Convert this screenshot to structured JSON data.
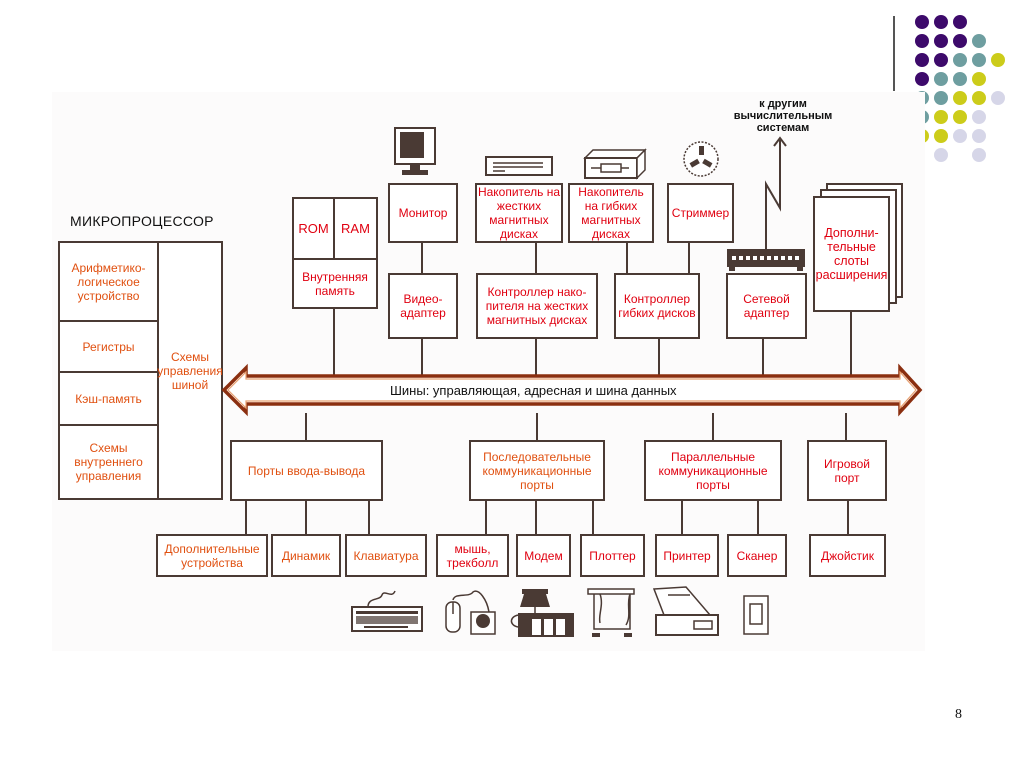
{
  "slide": {
    "page_number": "8",
    "decor_dots": [
      [
        "#3d0a6b",
        "#3d0a6b",
        "#3d0a6b",
        "",
        "",
        ""
      ],
      [
        "#3d0a6b",
        "#3d0a6b",
        "#3d0a6b",
        "#6e9ea0",
        "",
        ""
      ],
      [
        "#3d0a6b",
        "#3d0a6b",
        "#6e9ea0",
        "#6e9ea0",
        "#cccc1a",
        ""
      ],
      [
        "#3d0a6b",
        "#6e9ea0",
        "#6e9ea0",
        "#cccc1a",
        "",
        ""
      ],
      [
        "#6e9ea0",
        "#6e9ea0",
        "#cccc1a",
        "#cccc1a",
        "#d6d6e8",
        ""
      ],
      [
        "#6e9ea0",
        "#cccc1a",
        "#cccc1a",
        "#d6d6e8",
        "",
        ""
      ],
      [
        "#cccc1a",
        "#cccc1a",
        "#d6d6e8",
        "#d6d6e8",
        "",
        ""
      ],
      [
        "",
        "#d6d6e8",
        "",
        "#d6d6e8",
        "",
        ""
      ]
    ]
  },
  "diagram": {
    "cpu_title": "МИКРОПРОЦЕССОР",
    "cpu": {
      "alu": "Арифметико-логическое устройство",
      "registers": "Регистры",
      "cache": "Кэш-память",
      "internal_control": "Схемы внутреннего управления",
      "bus_control": "Схемы управления шиной"
    },
    "memory": {
      "rom": "ROM",
      "ram": "RAM",
      "label": "Внутренняя память"
    },
    "monitor": "Монитор",
    "video_adapter": "Видео-адаптер",
    "hdd": "Накопитель на жестких магнитных дисках",
    "hdd_controller": "Контроллер нако-пителя на жестких магнитных дисках",
    "fdd": "Накопитель на гибких магнитных дисках",
    "fdd_controller": "Контроллер гибких дисков",
    "streamer": "Стриммер",
    "network_adapter": "Сетевой адаптер",
    "network_label": "к другим вычислительным системам",
    "expansion_slots": "Дополни-тельные слоты расширения",
    "bus": "Шины: управляющая, адресная и шина данных",
    "io_ports": "Порты ввода-вывода",
    "serial_ports": "Последовательные коммуникационные порты",
    "parallel_ports": "Параллельные коммуникационные порты",
    "game_port": "Игровой порт",
    "devices": {
      "extra": "Дополнительные устройства",
      "speaker": "Динамик",
      "keyboard": "Клавиатура",
      "mouse": "мышь, трекболл",
      "modem": "Модем",
      "plotter": "Плоттер",
      "printer": "Принтер",
      "scanner": "Сканер",
      "joystick": "Джойстик"
    }
  }
}
